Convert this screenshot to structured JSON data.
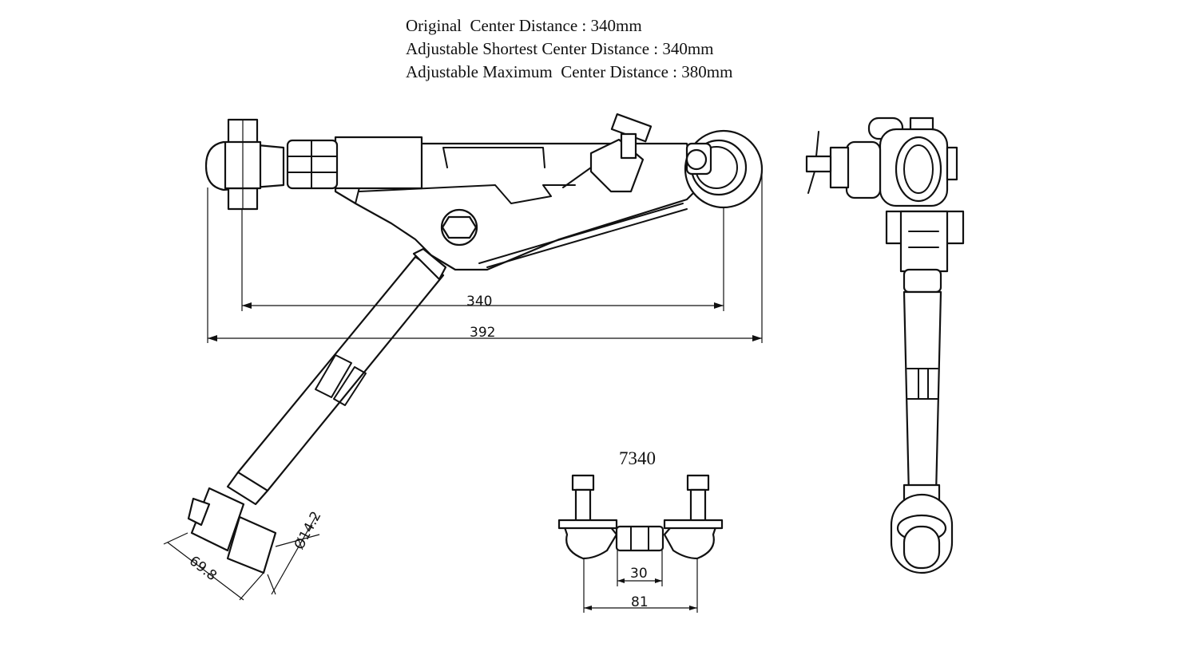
{
  "specs": {
    "original": "Original  Center Distance : 340mm",
    "shortest": "Adjustable Shortest Center Distance : 340mm",
    "maximum": "Adjustable Maximum  Center Distance : 380mm"
  },
  "model": "7340",
  "dimensions": {
    "center": "340",
    "overall": "392",
    "width": "69.8",
    "diameter": "Ø14.2",
    "hex": "30",
    "span": "81"
  }
}
